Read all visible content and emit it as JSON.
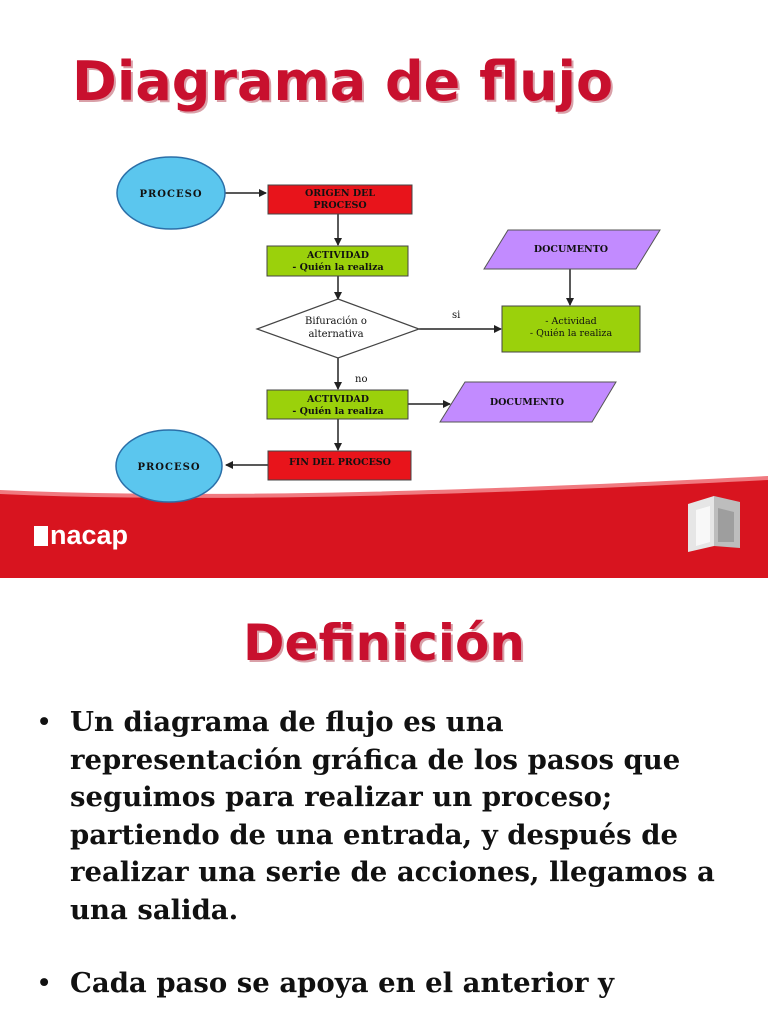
{
  "slide1": {
    "title": "Diagrama de flujo",
    "flow": {
      "proceso_top": "PROCESO",
      "origen_line1": "ORIGEN DEL",
      "origen_line2": "PROCESO",
      "actividad1_line1": "ACTIVIDAD",
      "actividad1_line2": "- Quién la realiza",
      "decision_line1": "Bifuración o",
      "decision_line2": "alternativa",
      "si_label": "si",
      "no_label": "no",
      "documento1": "DOCUMENTO",
      "actividad_right_line1": "- Actividad",
      "actividad_right_line2": "- Quién la realiza",
      "actividad2_line1": "ACTIVIDAD",
      "actividad2_line2": "- Quién la realiza",
      "documento2": "DOCUMENTO",
      "fin": "FIN DEL PROCESO",
      "proceso_bottom": "PROCESO"
    },
    "logo": "nacap"
  },
  "slide2": {
    "title": "Definición",
    "bullets": [
      "Un diagrama de flujo es una representación gráfica de los pasos que seguimos para realizar un proceso; partiendo de una entrada, y después de realizar una serie de acciones, llegamos a una salida.",
      "Cada paso se apoya en el anterior y"
    ]
  },
  "colors": {
    "title_red": "#c8102e",
    "start_blue": "#5bc6ee",
    "origin_red": "#e8141b",
    "activity_green": "#9bd10b",
    "document_purple": "#c28bff",
    "band_red": "#d8141f"
  }
}
